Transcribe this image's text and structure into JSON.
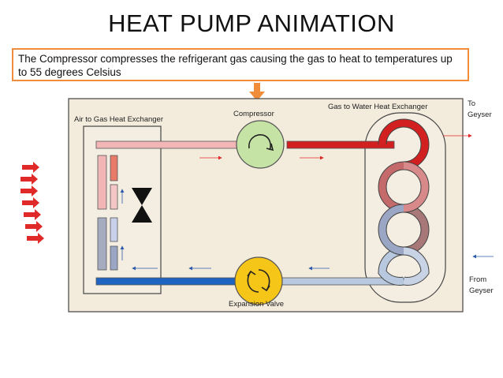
{
  "title": "HEAT PUMP ANIMATION",
  "callout": "The Compressor compresses the refrigerant gas causing the gas to heat to temperatures up to 55 degrees Celsius",
  "labels": {
    "air_to_gas": "Air to Gas Heat Exchanger",
    "compressor": "Compressor",
    "gas_to_water": "Gas to Water Heat Exchanger",
    "to_geyser_1": "To",
    "to_geyser_2": "Geyser",
    "from_geyser_1": "From",
    "from_geyser_2": "Geyser",
    "expansion_valve": "Expansion Valve"
  },
  "colors": {
    "panel_bg": "#f3ecdd",
    "panel_border": "#444444",
    "hot_red": "#d22020",
    "pink": "#f2b6b6",
    "mauve": "#a87878",
    "light_blue": "#b8c8de",
    "dark_blue": "#1f64c0",
    "compressor_fill": "#c6e3a6",
    "valve_fill": "#f5c518",
    "callout_border": "#f08c3a",
    "arrow_red": "#e02a2a",
    "arrow_blue": "#2a5aa8"
  }
}
